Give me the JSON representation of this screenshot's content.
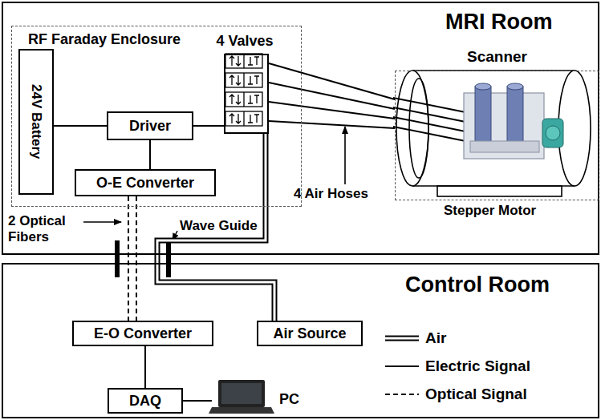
{
  "diagram": {
    "nodes": [
      {
        "text": [
          "MRI Room"
        ]
      },
      {
        "text": [
          "Control Room"
        ]
      },
      {
        "text": [
          "RF Faraday Enclosure"
        ],
        "in": 0
      },
      {
        "text": [
          "24V Battery"
        ],
        "in": 2
      },
      {
        "text": [
          "Driver"
        ],
        "in": 2
      },
      {
        "text": [
          "O-E Converter"
        ],
        "in": 2
      },
      {
        "text": [
          "4 Valves"
        ],
        "in": 2
      },
      {
        "text": [
          "Scanner"
        ],
        "in": 0
      },
      {
        "text": [
          "E-O Converter"
        ],
        "in": 1
      },
      {
        "text": [
          "Air Source"
        ],
        "in": 1
      },
      {
        "text": [
          "DAQ"
        ],
        "in": 1
      },
      {
        "text": [
          "PC"
        ],
        "in": 1
      }
    ],
    "edges": [
      {
        "from": 3,
        "to": 4,
        "arrow": "none"
      },
      {
        "from": 4,
        "to": 5,
        "arrow": "none"
      },
      {
        "from": 4,
        "to": 6,
        "arrow": "none"
      },
      {
        "from": 6,
        "to": 7,
        "arrow": "none"
      },
      {
        "from": 5,
        "to": 8,
        "arrow": "none"
      },
      {
        "from": 8,
        "to": 10,
        "arrow": "none"
      },
      {
        "from": 10,
        "to": 11,
        "arrow": "none"
      },
      {
        "from": 9,
        "to": 6,
        "arrow": "none"
      }
    ],
    "labels": [
      "4 Air Hoses",
      "Stepper Motor",
      "2 Optical Fibers",
      "Wave Guide"
    ],
    "legend": [
      {
        "text": "Air"
      },
      {
        "text": "Electric Signal"
      },
      {
        "text": "Optical Signal"
      }
    ]
  }
}
